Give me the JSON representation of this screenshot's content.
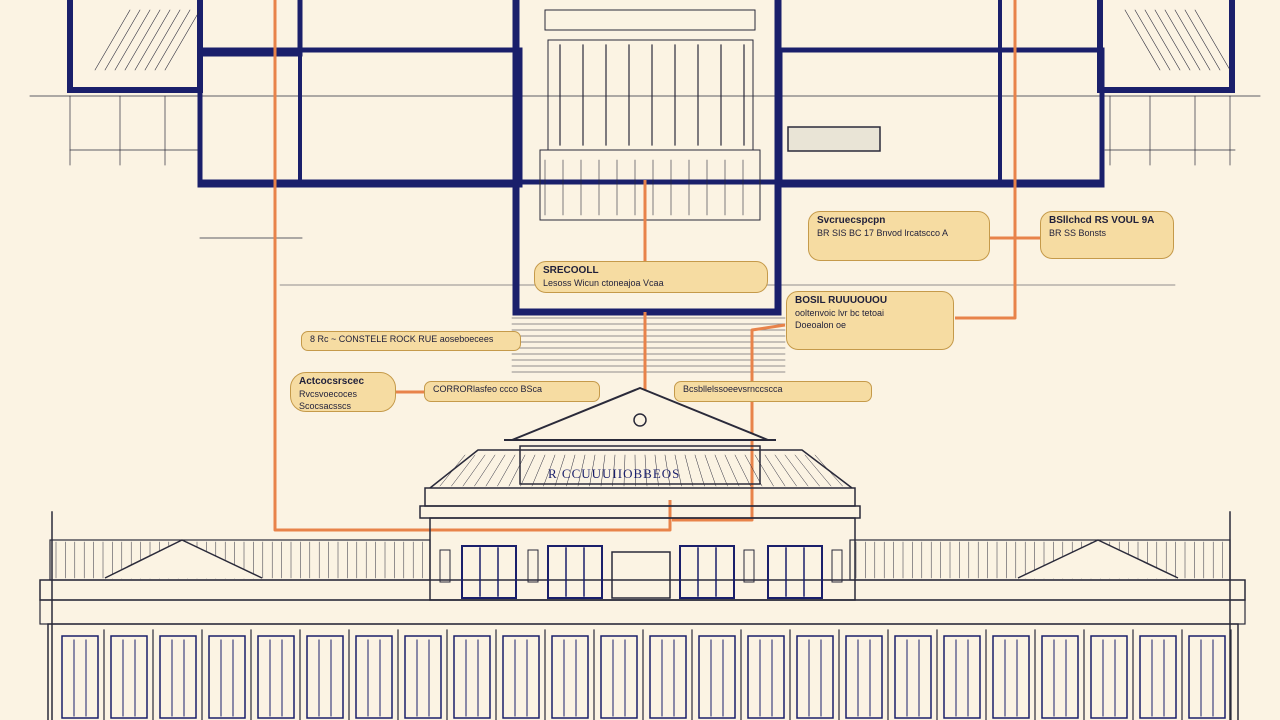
{
  "colors": {
    "background": "#fbf3e3",
    "ink_navy": "#1a1f6b",
    "ink_line": "#2a2a3a",
    "leader_orange": "#e8834a",
    "callout_fill": "#f6dca2",
    "callout_border": "#c59a4a"
  },
  "callouts": [
    {
      "id": "c1",
      "lines": [
        "Svcruecspcpn",
        "BR SIS BC 17 Bnvod lrcatscco A"
      ]
    },
    {
      "id": "c2",
      "lines": [
        "BSllchcd RS VOUL 9A",
        "BR SS Bonsts"
      ]
    },
    {
      "id": "c3",
      "lines": [
        "SRECOOLL",
        "Lesoss   Wicun ctoneajoa  Vcaa"
      ]
    },
    {
      "id": "c4",
      "lines": [
        "BOSIL RUUUOUOU",
        "ooltenvoic lvr bc tetoai",
        "Doeoalon oe"
      ]
    },
    {
      "id": "c5",
      "lines": [
        "8 Rc ~ CONSTELE ROCK RUE  aoseboecees"
      ]
    },
    {
      "id": "c6",
      "lines": [
        "Actcocsrscec",
        "Rvcsvoecoces",
        "Scocsacsscs"
      ]
    },
    {
      "id": "c7",
      "lines": [
        "CORRORlasfeo ccco BSca"
      ]
    },
    {
      "id": "c8",
      "lines": [
        "Bcsbllelssoeevsrnccscca"
      ]
    }
  ],
  "facade_sign": "R CCUUUIIOBBEOS"
}
